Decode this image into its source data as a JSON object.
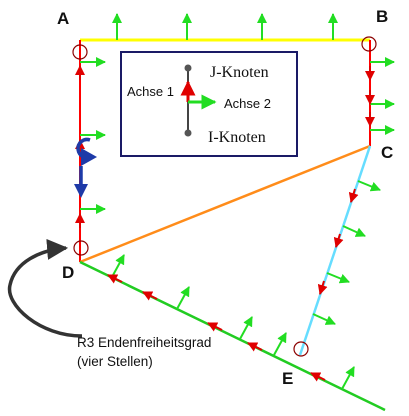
{
  "nodes": {
    "A": "A",
    "B": "B",
    "C": "C",
    "D": "D",
    "E": "E"
  },
  "legend": {
    "j_node": "J-Knoten",
    "i_node": "I-Knoten",
    "axis1": "Achse 1",
    "axis2": "Achse 2"
  },
  "annotation": {
    "line1": "R3 Endenfreiheitsgrad",
    "line2": "(vier Stellen)"
  },
  "colors": {
    "member_AD": "#ff0000",
    "member_AB": "#ffff00",
    "member_BC": "#ff0000",
    "member_CD": "#ff8c1a",
    "member_CE": "#66ddff",
    "member_DE": "#22cc22",
    "axis1_arrow": "#e00000",
    "axis2_arrow": "#22dd22",
    "release_circle": "#8b0000",
    "moment_symbol": "#1e3aa8",
    "legend_border": "#1a1a66"
  }
}
